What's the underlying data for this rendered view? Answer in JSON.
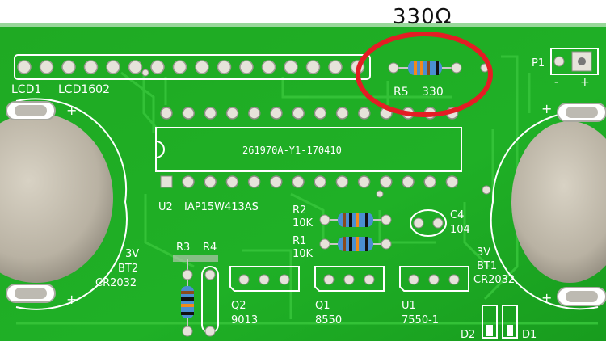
{
  "annotation": {
    "text": "330Ω",
    "color": "#e41d24"
  },
  "board": {
    "color": "#1fae23",
    "labels": {
      "lcd1": "LCD1",
      "lcd1602": "LCD1602",
      "r5": "R5",
      "r5_value": "330",
      "p1": "P1",
      "minus": "-",
      "plus": "+",
      "chip": "261970A-Y1-170410",
      "u2": "U2",
      "mcu": "IAP15W413AS",
      "r2": "R2",
      "r2_value": "10K",
      "r1": "R1",
      "r1_value": "10K",
      "c4": "C4",
      "c4_value": "104",
      "bt2_volt": "3V",
      "bt2": "BT2",
      "bt2_cell": "CR2032",
      "bt1_volt": "3V",
      "bt1": "BT1",
      "bt1_cell": "CR2032",
      "r3": "R3",
      "r4": "R4",
      "q2": "Q2",
      "q2_part": "9013",
      "q1": "Q1",
      "q1_part": "8550",
      "u1": "U1",
      "u1_part": "7550-1",
      "d2": "D2",
      "d1": "D1"
    }
  }
}
